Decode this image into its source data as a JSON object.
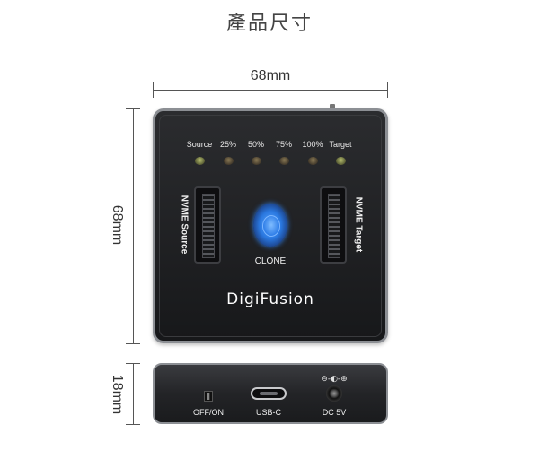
{
  "title": "產品尺寸",
  "dimensions": {
    "width_label": "68mm",
    "height_label": "68mm",
    "depth_label": "18mm"
  },
  "leds": [
    {
      "label": "Source",
      "color": "#b8c070"
    },
    {
      "label": "25%",
      "color": "#8a7a55"
    },
    {
      "label": "50%",
      "color": "#8a7a55"
    },
    {
      "label": "75%",
      "color": "#8a7a55"
    },
    {
      "label": "100%",
      "color": "#8a7a55"
    },
    {
      "label": "Target",
      "color": "#b8c070"
    }
  ],
  "slots": {
    "source_label": "NVME Source",
    "target_label": "NVME Target"
  },
  "clone_label": "CLONE",
  "brand": "DigiFusion",
  "ports": {
    "switch_label": "OFF/ON",
    "usb_label": "USB-C",
    "dc_label": "DC 5V",
    "dc_symbol": "⊖-◐-⊕"
  },
  "colors": {
    "body": "#1c1d20",
    "frame": "#8c8f94",
    "clone_button": "#2a78e0"
  }
}
